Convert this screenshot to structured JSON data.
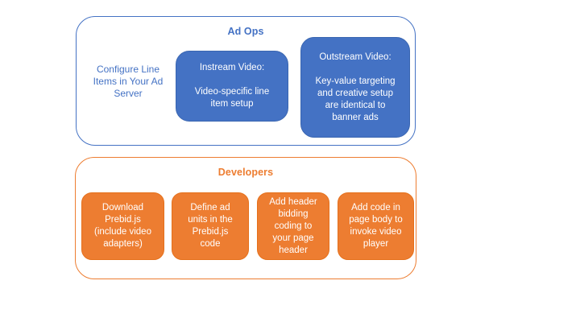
{
  "colors": {
    "blue_fill": "#4472C4",
    "blue_border": "#3a66b1",
    "orange_fill": "#ED7D31",
    "orange_border": "#e5701b",
    "background": "#ffffff",
    "box_text": "#ffffff"
  },
  "ad_ops": {
    "title": "Ad Ops",
    "note": {
      "text": "Configure Line Items in Your Ad Server",
      "lines": [
        "Configure Line",
        "Items in Your Ad",
        "Server"
      ]
    },
    "boxes": [
      {
        "title": "Instream Video:",
        "text": "Video-specific line item setup",
        "lines": [
          "Video-specific line",
          "item setup"
        ]
      },
      {
        "title": "Outstream Video:",
        "text": "Key-value targeting and creative setup are identical to banner ads",
        "lines": [
          "Key-value targeting",
          "and creative setup",
          "are identical to",
          "banner ads"
        ]
      }
    ]
  },
  "developers": {
    "title": "Developers",
    "boxes": [
      {
        "text": "Download Prebid.js (include video adapters)",
        "lines": [
          "Download",
          "Prebid.js",
          "(include video",
          "adapters)"
        ]
      },
      {
        "text": "Define ad units in the Prebid.js code",
        "lines": [
          "Define ad",
          "units in the",
          "Prebid.js",
          "code"
        ]
      },
      {
        "text": "Add header bidding coding to your page header",
        "lines": [
          "Add header",
          "bidding",
          "coding to",
          "your page",
          "header"
        ]
      },
      {
        "text": "Add code in page body to invoke video player",
        "lines": [
          "Add code in",
          "page body to",
          "invoke video",
          "player"
        ]
      }
    ]
  }
}
